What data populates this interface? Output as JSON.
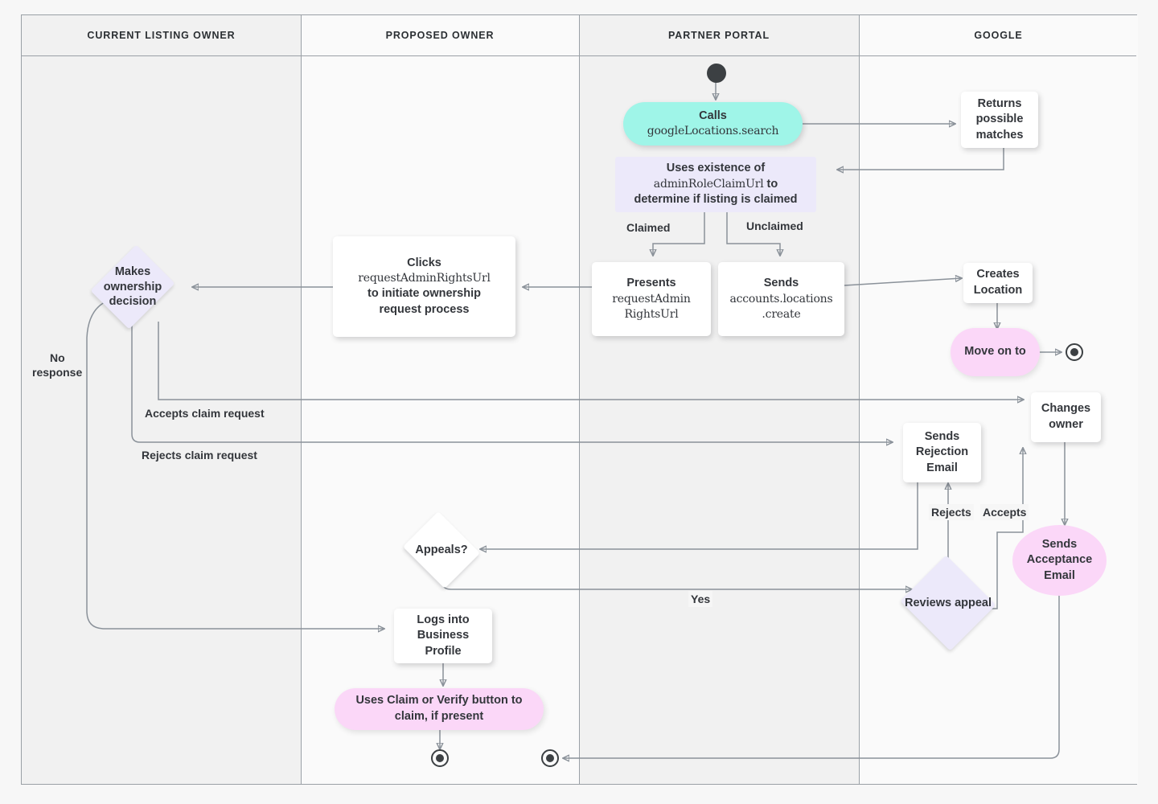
{
  "diagram": {
    "type": "swimlane-flowchart",
    "title": "Business listing ownership transfer flow",
    "colors": {
      "background": "#f7f7f7",
      "lane_border": "#9aa0a6",
      "edge": "#8a9199",
      "cyan_node": "#9ff5e8",
      "lavender_node": "#ece9fa",
      "pink_node": "#fbd7f8",
      "white_node": "#ffffff",
      "text": "#33363b"
    }
  },
  "lanes": [
    {
      "id": "current-listing-owner",
      "label": "CURRENT LISTING OWNER"
    },
    {
      "id": "proposed-owner",
      "label": "PROPOSED OWNER"
    },
    {
      "id": "partner-portal",
      "label": "PARTNER PORTAL"
    },
    {
      "id": "google",
      "label": "GOOGLE"
    }
  ],
  "nodes": {
    "start": {
      "label": ""
    },
    "calls_search": {
      "line1": "Calls",
      "line2": "googleLocations.search"
    },
    "returns_matches": {
      "label": "Returns possible matches"
    },
    "uses_existence": {
      "line1": "Uses existence of",
      "line2": "adminRoleClaimUrl",
      "line2_suffix": " to",
      "line3": "determine if listing is claimed"
    },
    "presents_url": {
      "line1": "Presents",
      "line2": "requestAdmin",
      "line3": "RightsUrl"
    },
    "sends_create": {
      "line1": "Sends",
      "line2": "accounts.locations",
      "line3": ".create"
    },
    "clicks_url": {
      "line1": "Clicks",
      "line2": "requestAdminRightsUrl",
      "line3": "to initiate ownership",
      "line4": "request process"
    },
    "makes_decision": {
      "label": "Makes ownership decision"
    },
    "creates_location": {
      "label": "Creates Location"
    },
    "move_on_to": {
      "label": "Move on to"
    },
    "changes_owner": {
      "label": "Changes owner"
    },
    "sends_rejection": {
      "label": "Sends Rejection Email"
    },
    "sends_acceptance": {
      "label": "Sends Acceptance Email"
    },
    "appeals": {
      "label": "Appeals?"
    },
    "reviews_appeal": {
      "label": "Reviews appeal"
    },
    "logs_into_bp": {
      "label": "Logs into Business Profile"
    },
    "uses_claim_verify": {
      "line1": "Uses Claim or Verify button to",
      "line2": "claim, if present"
    }
  },
  "edge_labels": {
    "claimed": "Claimed",
    "unclaimed": "Unclaimed",
    "no_response_l1": "No",
    "no_response_l2": "response",
    "accepts_claim": "Accepts claim request",
    "rejects_claim": "Rejects claim request",
    "rejects": "Rejects",
    "accepts": "Accepts",
    "yes": "Yes"
  }
}
